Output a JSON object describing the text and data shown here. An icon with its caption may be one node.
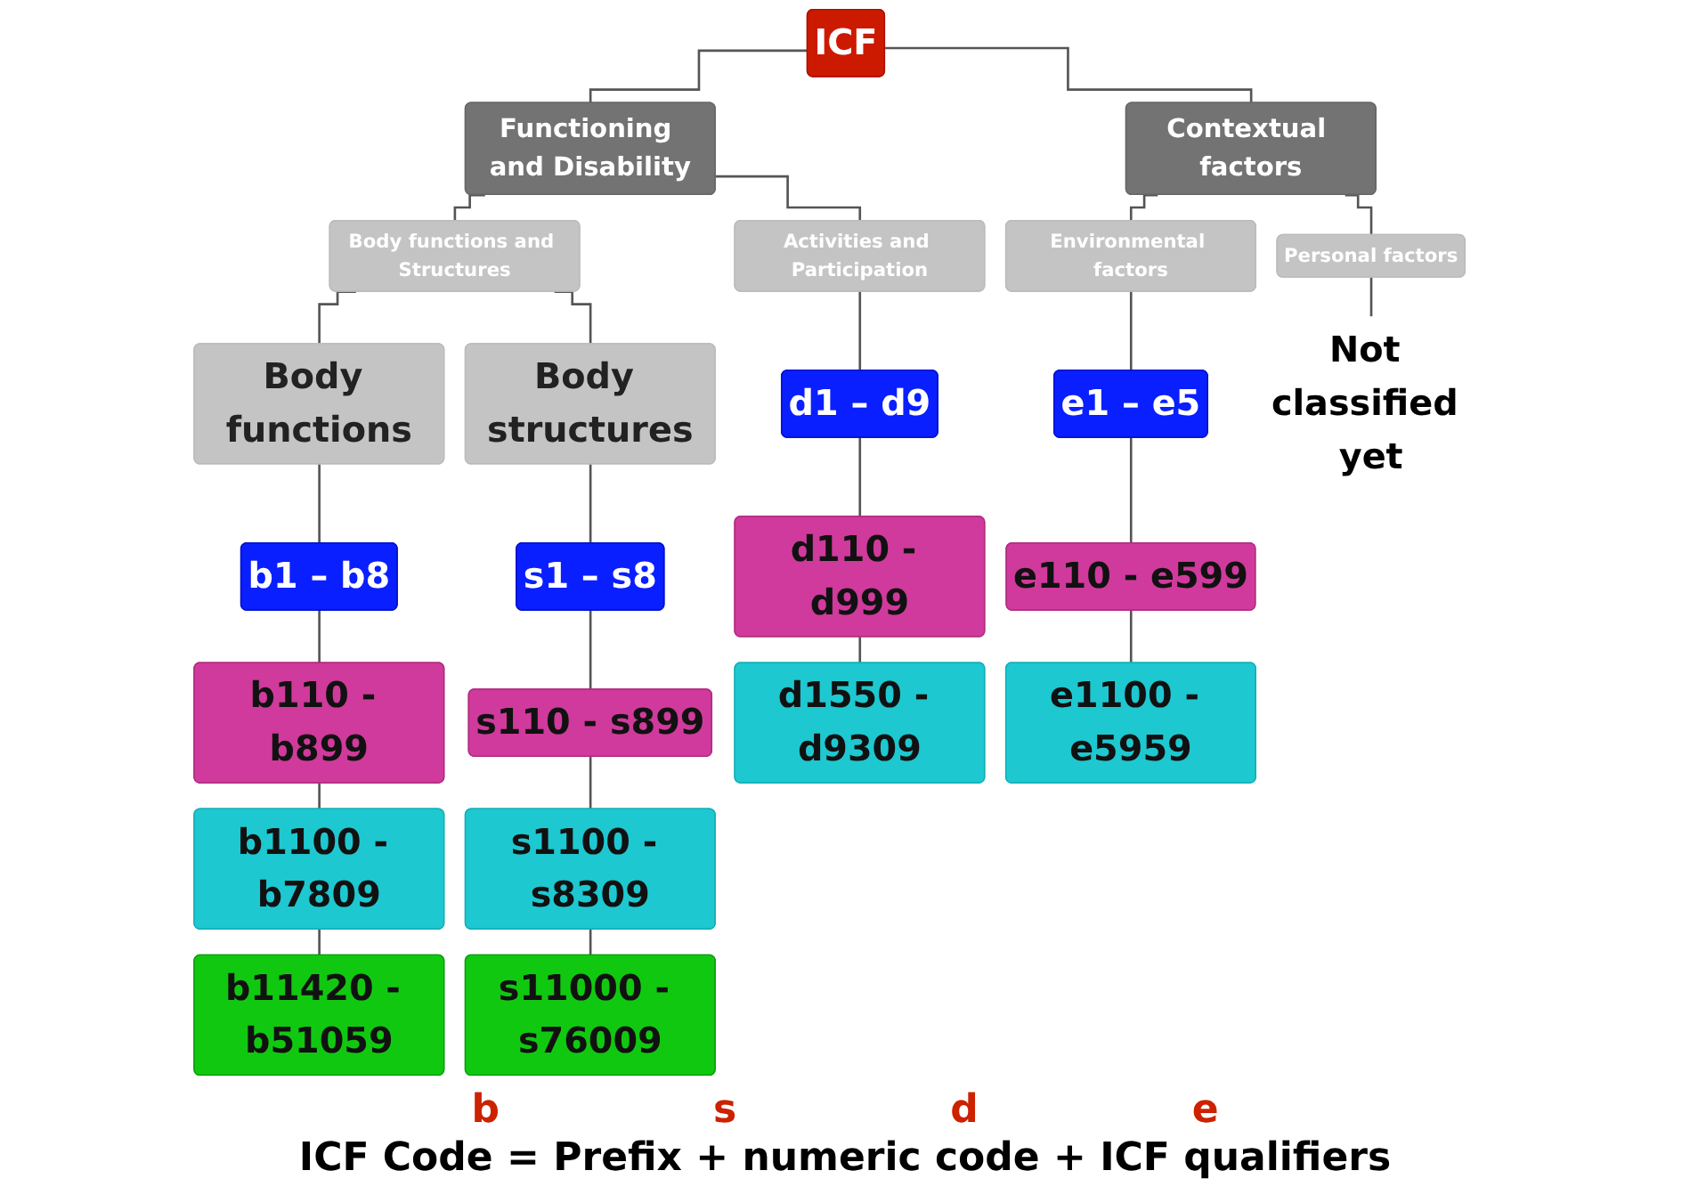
{
  "diagram": {
    "nodes": [
      {
        "text": [
          "ICF"
        ]
      },
      {
        "text": [
          "Functioning and Disability"
        ]
      },
      {
        "text": [
          "Contextual factors"
        ]
      },
      {
        "text": [
          "Body functions and Structures"
        ]
      },
      {
        "text": [
          "Activities and Participation"
        ]
      },
      {
        "text": [
          "Environmental factors"
        ]
      },
      {
        "text": [
          "Personal factors"
        ]
      },
      {
        "text": [
          "Body functions"
        ]
      },
      {
        "text": [
          "Body structures"
        ]
      },
      {
        "text": [
          "b1 – b8"
        ]
      },
      {
        "text": [
          "b110 - b899"
        ]
      },
      {
        "text": [
          "b1100 - b7809"
        ]
      },
      {
        "text": [
          "b11420 - b51059"
        ]
      },
      {
        "text": [
          "s1 – s8"
        ]
      },
      {
        "text": [
          "s110 - s899"
        ]
      },
      {
        "text": [
          "s1100 - s8309"
        ]
      },
      {
        "text": [
          "s11000 - s76009"
        ]
      },
      {
        "text": [
          "d1 – d9"
        ]
      },
      {
        "text": [
          "d110 - d999"
        ]
      },
      {
        "text": [
          "d1550 - d9309"
        ]
      },
      {
        "text": [
          "e1 – e5"
        ]
      },
      {
        "text": [
          "e110 - e599"
        ]
      },
      {
        "text": [
          "e1100 - e5959"
        ]
      },
      {
        "text": [
          "Not classified yet"
        ]
      }
    ],
    "edges": [
      {
        "from": 0,
        "to": 1,
        "arrow": "none"
      },
      {
        "from": 0,
        "to": 2,
        "arrow": "none"
      },
      {
        "from": 1,
        "to": 3,
        "arrow": "none"
      },
      {
        "from": 1,
        "to": 4,
        "arrow": "none"
      },
      {
        "from": 2,
        "to": 5,
        "arrow": "none"
      },
      {
        "from": 2,
        "to": 6,
        "arrow": "none"
      },
      {
        "from": 3,
        "to": 7,
        "arrow": "none"
      },
      {
        "from": 3,
        "to": 8,
        "arrow": "none"
      },
      {
        "from": 7,
        "to": 9,
        "arrow": "none"
      },
      {
        "from": 9,
        "to": 10,
        "arrow": "none"
      },
      {
        "from": 10,
        "to": 11,
        "arrow": "none"
      },
      {
        "from": 11,
        "to": 12,
        "arrow": "none"
      },
      {
        "from": 8,
        "to": 13,
        "arrow": "none"
      },
      {
        "from": 13,
        "to": 14,
        "arrow": "none"
      },
      {
        "from": 14,
        "to": 15,
        "arrow": "none"
      },
      {
        "from": 15,
        "to": 16,
        "arrow": "none"
      },
      {
        "from": 4,
        "to": 17,
        "arrow": "none"
      },
      {
        "from": 17,
        "to": 18,
        "arrow": "none"
      },
      {
        "from": 18,
        "to": 19,
        "arrow": "none"
      },
      {
        "from": 5,
        "to": 20,
        "arrow": "none"
      },
      {
        "from": 20,
        "to": 21,
        "arrow": "none"
      },
      {
        "from": 21,
        "to": 22,
        "arrow": "none"
      },
      {
        "from": 6,
        "to": 23,
        "arrow": "none"
      }
    ],
    "labels": [
      "b",
      "s",
      "d",
      "e",
      "ICF Code = Prefix + numeric code + ICF qualifiers"
    ]
  }
}
